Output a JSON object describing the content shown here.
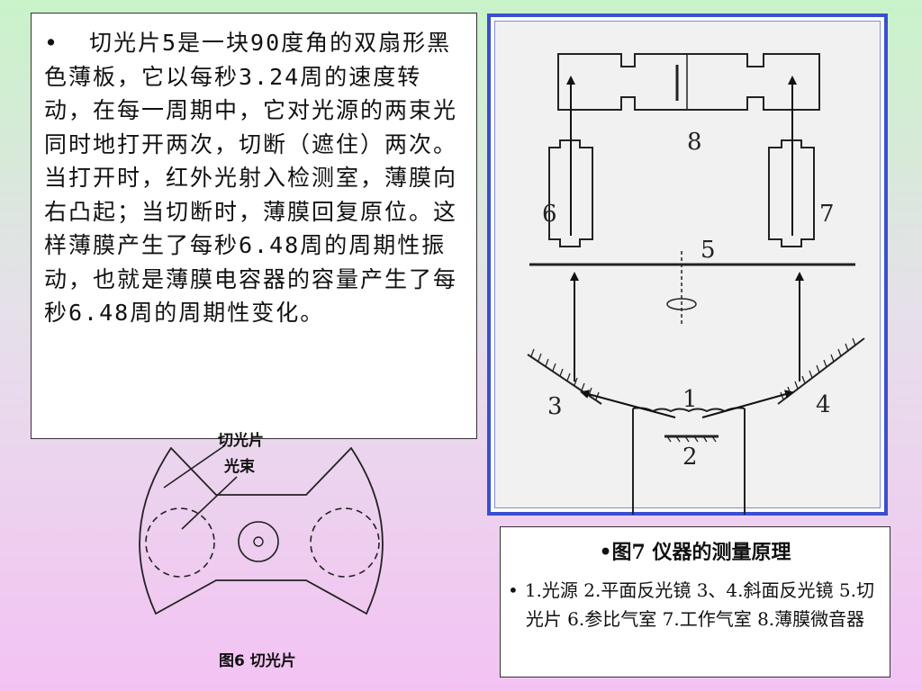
{
  "description_box": {
    "bullet": "•",
    "text": "切光片5是一块90度角的双扇形黑色薄板，它以每秒3.24周的速度转动，在每一周期中，它对光源的两束光同时地打开两次，切断（遮住）两次。当打开时，红外光射入检测室，薄膜向右凸起；当切断时，薄膜回复原位。这样薄膜产生了每秒6.48周的周期性振动，也就是薄膜电容器的容量产生了每秒6.48周的周期性变化。"
  },
  "figure6": {
    "label_chopper": "切光片",
    "label_beam": "光束",
    "caption": "图6  切光片"
  },
  "figure7": {
    "numbers": {
      "n1": "1",
      "n2": "2",
      "n3": "3",
      "n4": "4",
      "n5": "5",
      "n6": "6",
      "n7": "7",
      "n8": "8"
    }
  },
  "caption": {
    "title": "•图7  仪器的测量原理",
    "bullet": "•",
    "body": "1.光源 2.平面反光镜 3、4.斜面反光镜 5.切光片 6.参比气室 7.工作气室 8.薄膜微音器"
  }
}
